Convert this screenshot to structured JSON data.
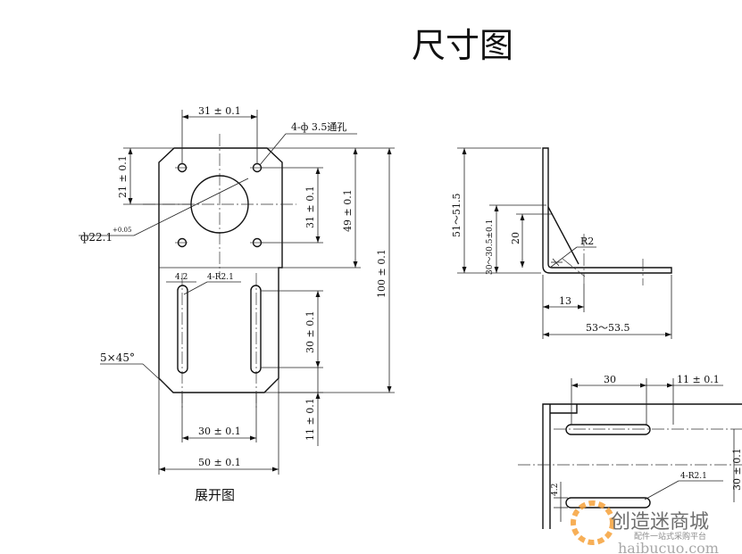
{
  "title": "尺寸图",
  "flat_view": {
    "caption": "展开图",
    "dim_top_width": "31 ± 0.1",
    "dim_holes": "4-ф 3.5通孔",
    "dim_left_height": "21 ± 0.1",
    "dim_center_bore": "ф22.1",
    "dim_center_bore_tol": "+0.05",
    "dim_hole_spacing_v": "31 ± 0.1",
    "dim_upper_height": "49 ± 0.1",
    "dim_total_height": "100 ± 0.1",
    "dim_slot_width": "4.2",
    "dim_slot_radius": "4-R2.1",
    "dim_slot_length": "30 ± 0.1",
    "dim_chamfer": "5×45°",
    "dim_slot_spacing": "30 ± 0.1",
    "dim_bottom_offset": "11 ± 0.1",
    "dim_width": "50 ± 0.1"
  },
  "side_view": {
    "dim_height": "51～51.5",
    "dim_gusset_height": "30～30.5±0.1",
    "dim_gusset": "20",
    "dim_bend_radius": "R2",
    "dim_gusset_base": "13",
    "dim_base_length": "53～53.5"
  },
  "bottom_view": {
    "dim_slot_len": "30",
    "dim_edge_offset": "11 ± 0.1",
    "dim_slot_radius": "4-R2.1",
    "dim_slot_width": "4.2",
    "dim_slot_spacing": "30 ± 0.1"
  },
  "watermark": {
    "brand": "创造迷商城",
    "tagline": "配件一站式采购平台",
    "url": "haibucuo.com"
  }
}
